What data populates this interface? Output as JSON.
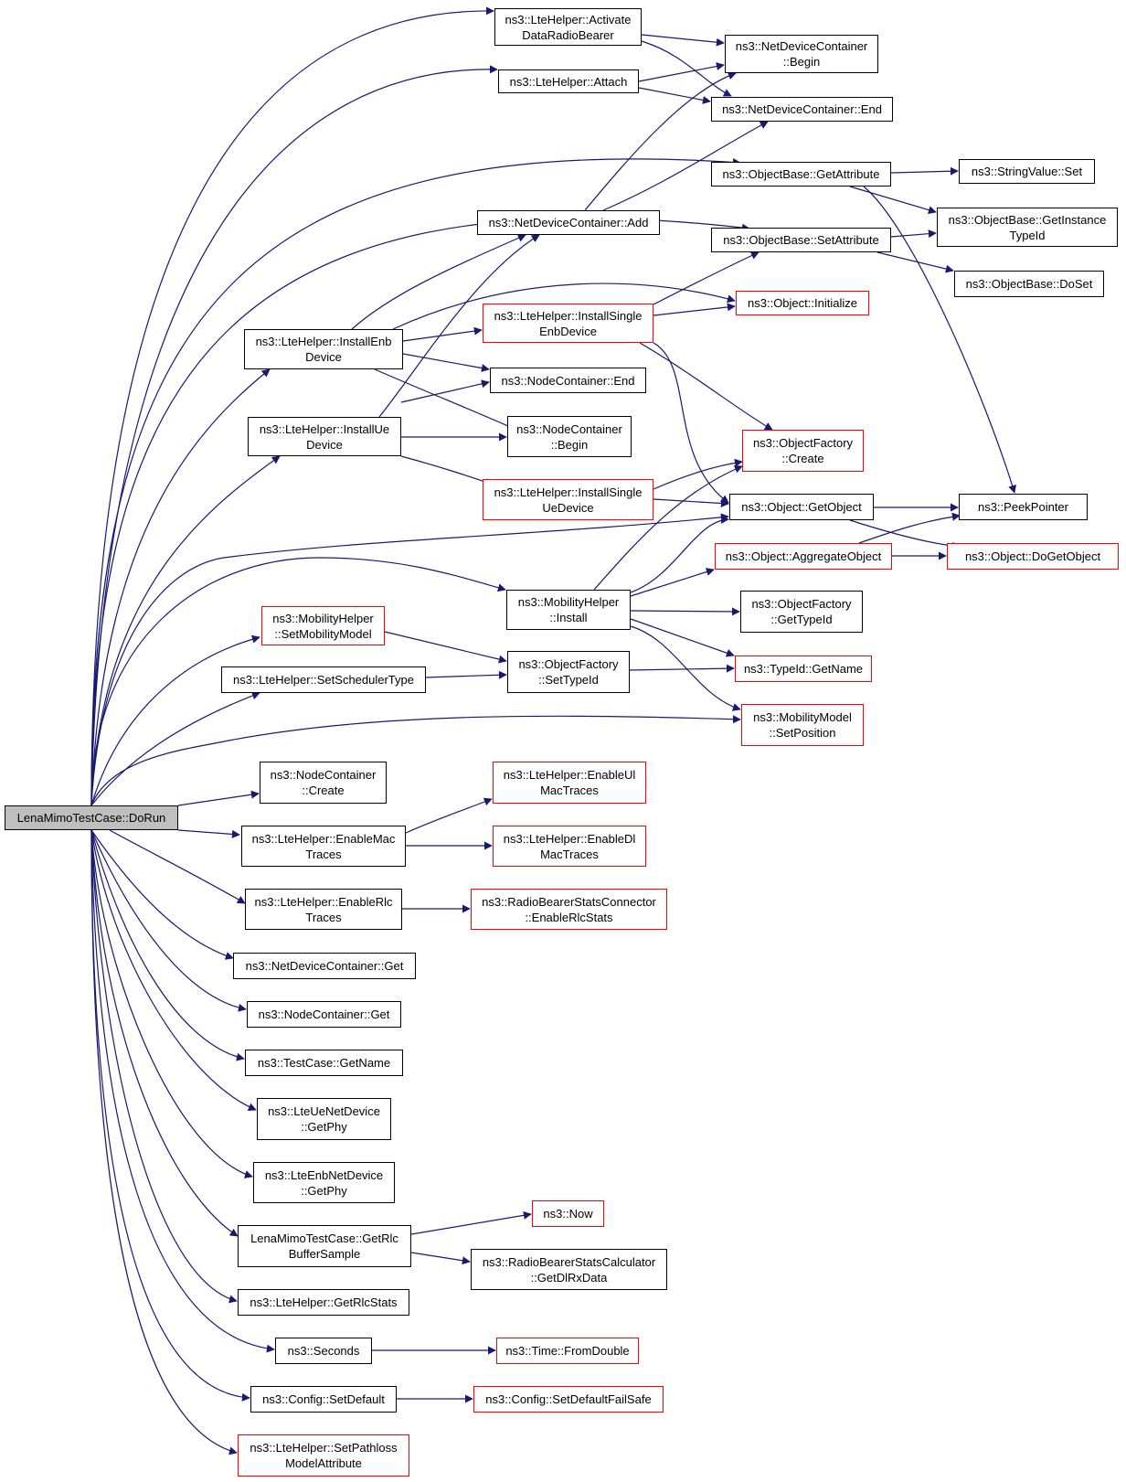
{
  "colors": {
    "edge": "#191970",
    "external_border": "#ff0000",
    "node_border": "#000000",
    "root_fill": "#bfbfbf"
  },
  "nodes": {
    "root": {
      "label": "LenaMimoTestCase::DoRun"
    },
    "activate": {
      "label": "ns3::LteHelper::Activate\nDataRadioBearer"
    },
    "attach": {
      "label": "ns3::LteHelper::Attach"
    },
    "ndc_begin": {
      "label": "ns3::NetDeviceContainer\n::Begin"
    },
    "ndc_end": {
      "label": "ns3::NetDeviceContainer::End"
    },
    "ob_getattr": {
      "label": "ns3::ObjectBase::GetAttribute"
    },
    "sv_set": {
      "label": "ns3::StringValue::Set"
    },
    "ob_getinst": {
      "label": "ns3::ObjectBase::GetInstance\nTypeId"
    },
    "ndc_add": {
      "label": "ns3::NetDeviceContainer::Add"
    },
    "ob_setattr": {
      "label": "ns3::ObjectBase::SetAttribute"
    },
    "ob_doset": {
      "label": "ns3::ObjectBase::DoSet"
    },
    "lh_install_enb_single": {
      "label": "ns3::LteHelper::InstallSingle\nEnbDevice"
    },
    "obj_init": {
      "label": "ns3::Object::Initialize"
    },
    "lh_install_enb": {
      "label": "ns3::LteHelper::InstallEnb\nDevice"
    },
    "nc_end": {
      "label": "ns3::NodeContainer::End"
    },
    "lh_install_ue": {
      "label": "ns3::LteHelper::InstallUe\nDevice"
    },
    "nc_begin": {
      "label": "ns3::NodeContainer\n::Begin"
    },
    "of_create": {
      "label": "ns3::ObjectFactory\n::Create"
    },
    "lh_install_ue_single": {
      "label": "ns3::LteHelper::InstallSingle\nUeDevice"
    },
    "obj_getobj": {
      "label": "ns3::Object::GetObject"
    },
    "peek": {
      "label": "ns3::PeekPointer"
    },
    "obj_aggr": {
      "label": "ns3::Object::AggregateObject"
    },
    "obj_doget": {
      "label": "ns3::Object::DoGetObject"
    },
    "mh_install": {
      "label": "ns3::MobilityHelper\n::Install"
    },
    "of_gettypeid": {
      "label": "ns3::ObjectFactory\n::GetTypeId"
    },
    "mh_setmodel": {
      "label": "ns3::MobilityHelper\n::SetMobilityModel"
    },
    "of_settypeid": {
      "label": "ns3::ObjectFactory\n::SetTypeId"
    },
    "tid_getname": {
      "label": "ns3::TypeId::GetName"
    },
    "lh_setsched": {
      "label": "ns3::LteHelper::SetSchedulerType"
    },
    "mm_setpos": {
      "label": "ns3::MobilityModel\n::SetPosition"
    },
    "nc_create": {
      "label": "ns3::NodeContainer\n::Create"
    },
    "lh_ulmac": {
      "label": "ns3::LteHelper::EnableUl\nMacTraces"
    },
    "lh_enmac": {
      "label": "ns3::LteHelper::EnableMac\nTraces"
    },
    "lh_dlmac": {
      "label": "ns3::LteHelper::EnableDl\nMacTraces"
    },
    "lh_enrlc": {
      "label": "ns3::LteHelper::EnableRlc\nTraces"
    },
    "rbsc_enrlc": {
      "label": "ns3::RadioBearerStatsConnector\n::EnableRlcStats"
    },
    "ndc_get": {
      "label": "ns3::NetDeviceContainer::Get"
    },
    "nc_get": {
      "label": "ns3::NodeContainer::Get"
    },
    "tc_getname": {
      "label": "ns3::TestCase::GetName"
    },
    "ue_getphy": {
      "label": "ns3::LteUeNetDevice\n::GetPhy"
    },
    "enb_getphy": {
      "label": "ns3::LteEnbNetDevice\n::GetPhy"
    },
    "now": {
      "label": "ns3::Now"
    },
    "lmtc_getrlc": {
      "label": "LenaMimoTestCase::GetRlc\nBufferSample"
    },
    "rbscalc": {
      "label": "ns3::RadioBearerStatsCalculator\n::GetDlRxData"
    },
    "lh_getrlcstats": {
      "label": "ns3::LteHelper::GetRlcStats"
    },
    "seconds": {
      "label": "ns3::Seconds"
    },
    "time_fromdouble": {
      "label": "ns3::Time::FromDouble"
    },
    "cfg_setdefault": {
      "label": "ns3::Config::SetDefault"
    },
    "cfg_failsafe": {
      "label": "ns3::Config::SetDefaultFailSafe"
    },
    "lh_setpathloss": {
      "label": "ns3::LteHelper::SetPathloss\nModelAttribute"
    }
  }
}
